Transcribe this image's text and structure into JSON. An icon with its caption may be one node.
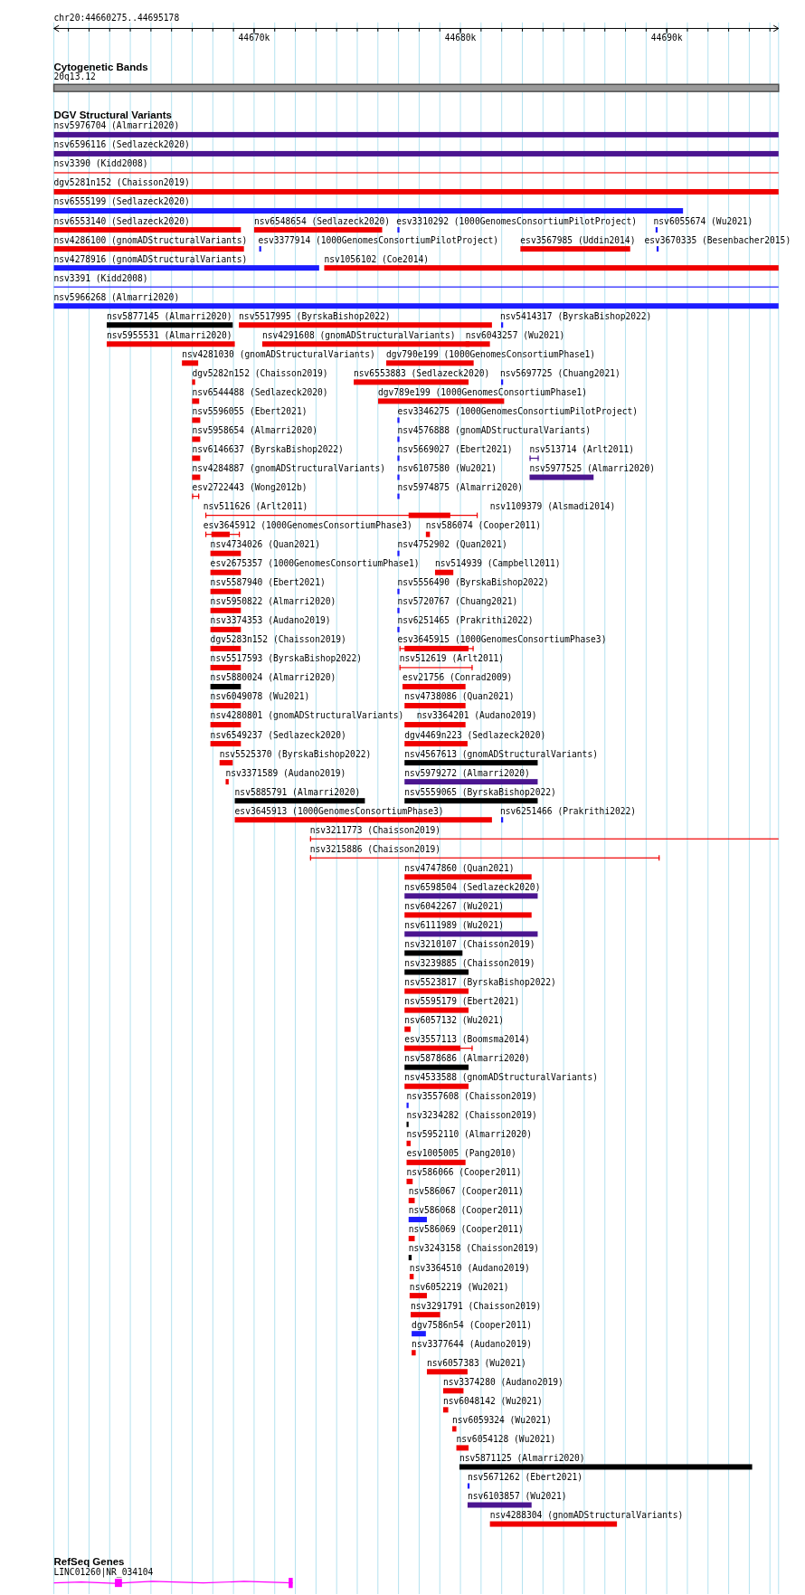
{
  "diagram": {
    "labels": [
      "chr20:44660275..44695178",
      "44670k",
      "44680k",
      "44690k",
      "Cytogenetic Bands",
      "20q13.12",
      "DGV Structural Variants",
      "nsv5976704 (Almarri2020)",
      "nsv6596116 (Sedlazeck2020)",
      "nsv3390 (Kidd2008)",
      "dgv5281n152 (Chaisson2019)",
      "nsv6555199 (Sedlazeck2020)",
      "nsv6553140 (Sedlazeck2020)",
      "nsv6548654 (Sedlazeck2020)",
      "esv3310292 (1000GenomesConsortiumPilotProject)",
      "nsv6055674 (Wu2021)",
      "nsv4286100 (gnomADStructuralVariants)",
      "esv3377914 (1000GenomesConsortiumPilotProject)",
      "esv3567985 (Uddin2014)",
      "esv3670335 (Besenbacher2015)",
      "nsv4278916 (gnomADStructuralVariants)",
      "nsv1056102 (Coe2014)",
      "nsv3391 (Kidd2008)",
      "nsv5966268 (Almarri2020)",
      "nsv5877145 (Almarri2020)",
      "nsv5517995 (ByrskaBishop2022)",
      "nsv5414317 (ByrskaBishop2022)",
      "nsv5955531 (Almarri2020)",
      "nsv4291608 (gnomADStructuralVariants)",
      "nsv6043257 (Wu2021)",
      "nsv4281030 (gnomADStructuralVariants)",
      "dgv790e199 (1000GenomesConsortiumPhase1)",
      "dgv5282n152 (Chaisson2019)",
      "nsv6553883 (Sedlazeck2020)",
      "nsv5697725 (Chuang2021)",
      "nsv6544488 (Sedlazeck2020)",
      "dgv789e199 (1000GenomesConsortiumPhase1)",
      "nsv5596055 (Ebert2021)",
      "esv3346275 (1000GenomesConsortiumPilotProject)",
      "nsv5958654 (Almarri2020)",
      "nsv4576888 (gnomADStructuralVariants)",
      "nsv6146637 (ByrskaBishop2022)",
      "nsv5669027 (Ebert2021)",
      "nsv513714 (Arlt2011)",
      "nsv4284887 (gnomADStructuralVariants)",
      "nsv6107580 (Wu2021)",
      "nsv5977525 (Almarri2020)",
      "esv2722443 (Wong2012b)",
      "nsv5974875 (Almarri2020)",
      "nsv511626 (Arlt2011)",
      "nsv1109379 (Alsmadi2014)",
      "esv3645912 (1000GenomesConsortiumPhase3)",
      "nsv586074 (Cooper2011)",
      "nsv4734026 (Quan2021)",
      "nsv4752902 (Quan2021)",
      "esv2675357 (1000GenomesConsortiumPhase1)",
      "nsv514939 (Campbell2011)",
      "nsv5587940 (Ebert2021)",
      "nsv5556490 (ByrskaBishop2022)",
      "nsv5950822 (Almarri2020)",
      "nsv5720767 (Chuang2021)",
      "nsv3374353 (Audano2019)",
      "nsv6251465 (Prakrithi2022)",
      "dgv5283n152 (Chaisson2019)",
      "esv3645915 (1000GenomesConsortiumPhase3)",
      "nsv5517593 (ByrskaBishop2022)",
      "nsv512619 (Arlt2011)",
      "nsv5880024 (Almarri2020)",
      "esv21756 (Conrad2009)",
      "nsv6049078 (Wu2021)",
      "nsv4738086 (Quan2021)",
      "nsv4280801 (gnomADStructuralVariants)",
      "nsv3364201 (Audano2019)",
      "nsv6549237 (Sedlazeck2020)",
      "dgv4469n223 (Sedlazeck2020)",
      "nsv5525370 (ByrskaBishop2022)",
      "nsv4567613 (gnomADStructuralVariants)",
      "nsv3371589 (Audano2019)",
      "nsv5979272 (Almarri2020)",
      "nsv5885791 (Almarri2020)",
      "nsv5559065 (ByrskaBishop2022)",
      "esv3645913 (1000GenomesConsortiumPhase3)",
      "nsv6251466 (Prakrithi2022)",
      "nsv3211773 (Chaisson2019)",
      "nsv3215886 (Chaisson2019)",
      "nsv4747860 (Quan2021)",
      "nsv6598504 (Sedlazeck2020)",
      "nsv6042267 (Wu2021)",
      "nsv6111989 (Wu2021)",
      "nsv3210107 (Chaisson2019)",
      "nsv3239885 (Chaisson2019)",
      "nsv5523817 (ByrskaBishop2022)",
      "nsv5595179 (Ebert2021)",
      "nsv6057132 (Wu2021)",
      "esv3557113 (Boomsma2014)",
      "nsv5878686 (Almarri2020)",
      "nsv4533588 (gnomADStructuralVariants)",
      "nsv3557608 (Chaisson2019)",
      "nsv3234282 (Chaisson2019)",
      "nsv5952110 (Almarri2020)",
      "esv1005005 (Pang2010)",
      "nsv586066 (Cooper2011)",
      "nsv586067 (Cooper2011)",
      "nsv586068 (Cooper2011)",
      "nsv586069 (Cooper2011)",
      "nsv3243158 (Chaisson2019)",
      "nsv3364510 (Audano2019)",
      "nsv6052219 (Wu2021)",
      "nsv3291791 (Chaisson2019)",
      "dgv7586n54 (Cooper2011)",
      "nsv3377644 (Audano2019)",
      "nsv6057383 (Wu2021)",
      "nsv3374280 (Audano2019)",
      "nsv6048142 (Wu2021)",
      "nsv6059324 (Wu2021)",
      "nsv6054128 (Wu2021)",
      "nsv5871125 (Almarri2020)",
      "nsv5671262 (Ebert2021)",
      "nsv6103857 (Wu2021)",
      "nsv4288304 (gnomADStructuralVariants)",
      "RefSeq Genes",
      "LINC01260|NR_034104"
    ]
  }
}
